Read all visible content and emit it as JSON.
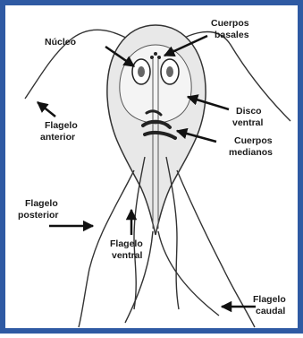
{
  "colors": {
    "border": "#2f5aa3",
    "background": "#ffffff",
    "ink": "#111111",
    "cell_fill": "#e8e8e8"
  },
  "labels": {
    "nucleo": "Núcleo",
    "cuerpos_basales_1": "Cuerpos",
    "cuerpos_basales_2": "basales",
    "disco_ventral_1": "Disco",
    "disco_ventral_2": "ventral",
    "cuerpos_medianos_1": "Cuerpos",
    "cuerpos_medianos_2": "medianos",
    "flagelo_anterior_1": "Flagelo",
    "flagelo_anterior_2": "anterior",
    "flagelo_posterior_1": "Flagelo",
    "flagelo_posterior_2": "posterior",
    "flagelo_ventral_1": "Flagelo",
    "flagelo_ventral_2": "ventral",
    "flagelo_caudal_1": "Flagelo",
    "flagelo_caudal_2": "caudal"
  }
}
